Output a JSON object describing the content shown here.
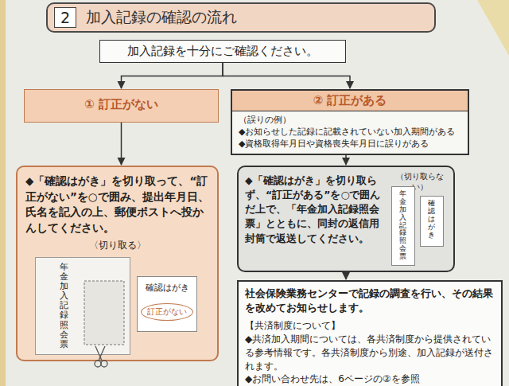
{
  "diagram": {
    "nodes": [
      {
        "text": [
          "2",
          "加入記録の確認の流れ"
        ]
      },
      {
        "text": [
          "加入記録を十分にご確認ください。"
        ]
      },
      {
        "text": [
          "① 訂正がない"
        ]
      },
      {
        "text": [
          "② 訂正がある",
          "（誤りの例）",
          "◆お知らせした記録に記載されていない加入期間がある",
          "◆資格取得年月日や資格喪失年月日に誤りがある"
        ]
      },
      {
        "text": [
          "◆「確認はがき」を切り取って、“訂正がない”を○で囲み、提出年月日、氏名を記入の上、郵便ポストへ投かんしてください。",
          "〈切り取る〉"
        ]
      },
      {
        "text": [
          "年金加入記録照会票"
        ],
        "in": 4
      },
      {
        "text": [
          "確認はがき",
          "訂正がない"
        ],
        "in": 4
      },
      {
        "text": [
          "◆「確認はがき」を切り取らず、“訂正がある”を○で囲んだ上で、「年金加入記録照会票」とともに、同封の返信用封筒で返送してください。",
          "（切り取らない）"
        ]
      },
      {
        "text": [
          "年金加入記録照会票"
        ],
        "in": 7
      },
      {
        "text": [
          "確認はがき"
        ],
        "in": 7
      },
      {
        "text": [
          "社会保険業務センターで記録の調査を行い、その結果を改めてお知らせします。",
          "【共済制度について】",
          "◆共済加入期間については、各共済制度から提供されている参考情報です。各共済制度から別途、加入記録が送付されます。",
          "◆お問い合わせ先は、6ページの②を参照"
        ]
      }
    ],
    "edges": [
      {
        "from": 1,
        "to": 2,
        "arrow": "to"
      },
      {
        "from": 1,
        "to": 3,
        "arrow": "to"
      },
      {
        "from": 2,
        "to": 4,
        "arrow": "to"
      },
      {
        "from": 3,
        "to": 7,
        "arrow": "to"
      },
      {
        "from": 7,
        "to": 10,
        "arrow": "to"
      }
    ]
  }
}
